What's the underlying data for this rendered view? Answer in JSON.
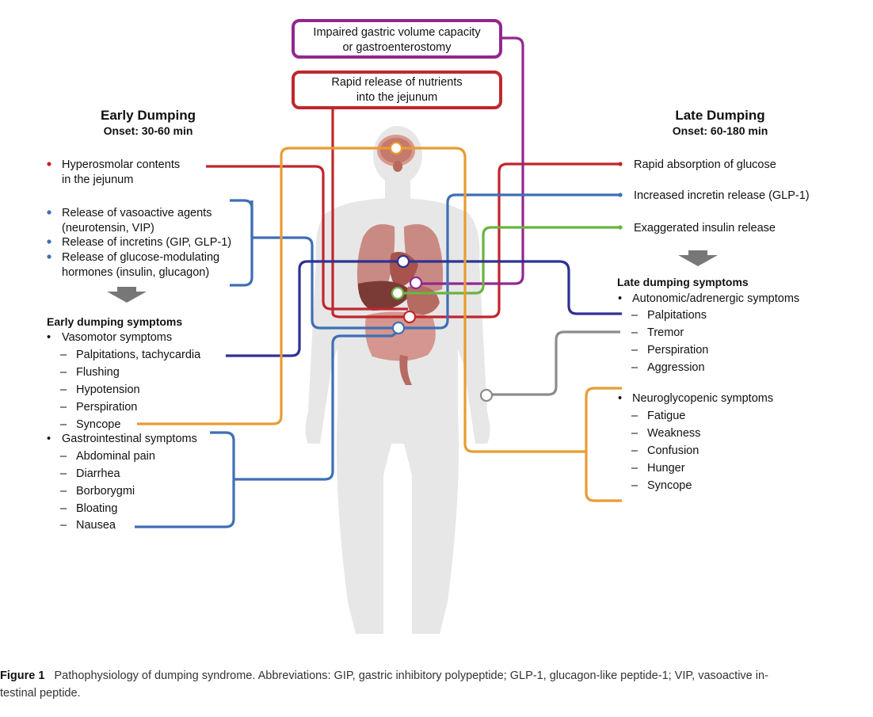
{
  "colors": {
    "red": "#c0272d",
    "blue": "#3e6fb5",
    "purple": "#93278f",
    "green": "#6cb33f",
    "orange": "#e89c32",
    "navy": "#2e3192",
    "gray": "#8c8c8c"
  },
  "top_boxes": {
    "purple_line1": "Impaired gastric volume capacity",
    "purple_line2": "or gastroenterostomy",
    "red_line1": "Rapid release of nutrients",
    "red_line2": "into the jejunum"
  },
  "early": {
    "title": "Early Dumping",
    "onset": "Onset: 30-60 min",
    "cause1_line1": "Hyperosmolar contents",
    "cause1_line2": "in the jejunum",
    "cause2_line1": "Release of vasoactive agents",
    "cause2_line2": "(neurotensin, VIP)",
    "cause3": "Release of incretins (GIP, GLP-1)",
    "cause4_line1": "Release of glucose-modulating",
    "cause4_line2": "hormones (insulin, glucagon)",
    "symptoms_title": "Early dumping symptoms",
    "vasomotor_title": "Vasomotor symptoms",
    "vasomotor": [
      "Palpitations, tachycardia",
      "Flushing",
      "Hypotension",
      "Perspiration",
      "Syncope"
    ],
    "gi_title": "Gastrointestinal symptoms",
    "gi": [
      "Abdominal pain",
      "Diarrhea",
      "Borborygmi",
      "Bloating",
      "Nausea"
    ]
  },
  "late": {
    "title": "Late Dumping",
    "onset": "Onset: 60-180 min",
    "cause1": "Rapid absorption of glucose",
    "cause2": "Increased incretin release (GLP-1)",
    "cause3": "Exaggerated insulin release",
    "symptoms_title": "Late dumping symptoms",
    "autonomic_title": "Autonomic/adrenergic symptoms",
    "autonomic": [
      "Palpitations",
      "Tremor",
      "Perspiration",
      "Aggression"
    ],
    "neuro_title": "Neuroglycopenic symptoms",
    "neuro": [
      "Fatigue",
      "Weakness",
      "Confusion",
      "Hunger",
      "Syncope"
    ]
  },
  "caption": {
    "label": "Figure 1",
    "text": "Pathophysiology of dumping syndrome. Abbreviations: GIP, gastric inhibitory polypeptide; GLP-1, glucagon-like peptide-1; VIP, vasoactive in-",
    "text2": "testinal peptide."
  }
}
